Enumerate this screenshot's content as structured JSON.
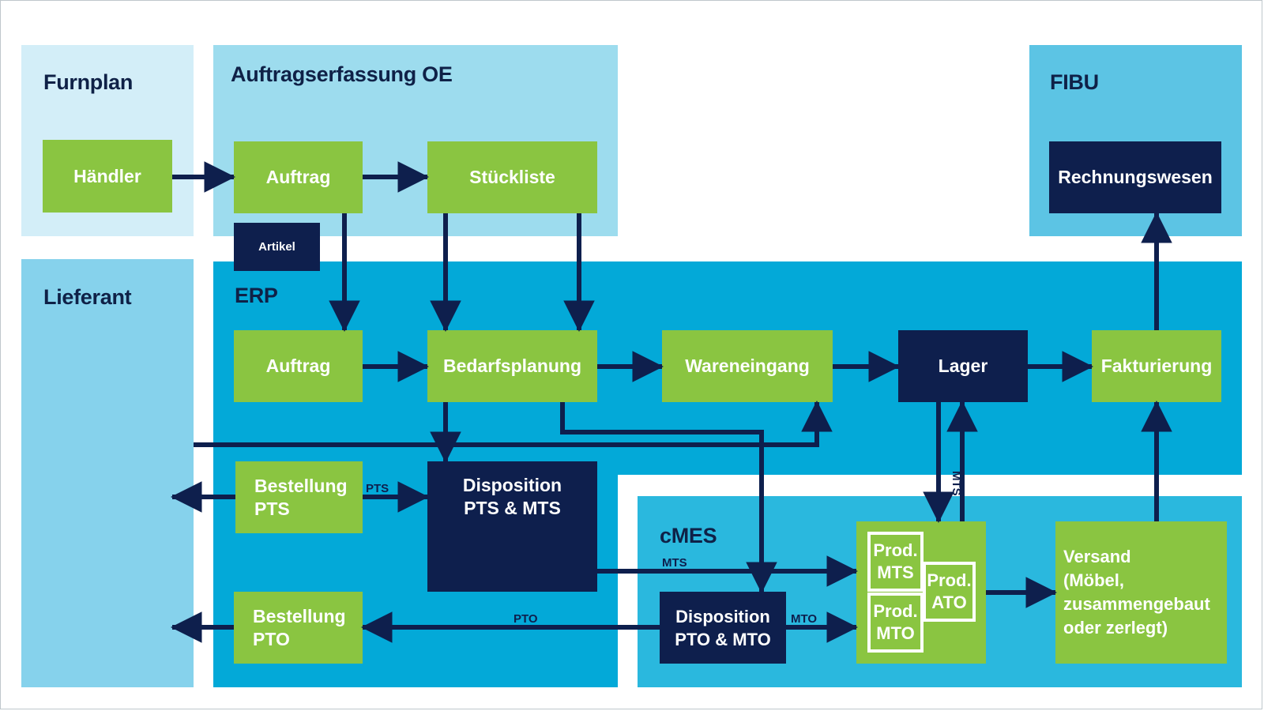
{
  "zones": {
    "furnplan": "Furnplan",
    "oe": "Auftragserfassung OE",
    "fibu": "FIBU",
    "lieferant": "Lieferant",
    "erp": "ERP",
    "cmes": "cMES"
  },
  "boxes": {
    "haendler": "Händler",
    "auftrag_oe": "Auftrag",
    "stueckliste": "Stückliste",
    "artikel": "Artikel",
    "rechnungswesen": "Rechnungswesen",
    "auftrag_erp": "Auftrag",
    "bedarfsplanung": "Bedarfsplanung",
    "wareneingang": "Wareneingang",
    "lager": "Lager",
    "fakturierung": "Fakturierung",
    "bestellung_pts": "Bestellung\nPTS",
    "disposition_pts_mts": "Disposition\nPTS & MTS",
    "bestellung_pto": "Bestellung\nPTO",
    "disposition_pto_mto": "Disposition\nPTO & MTO",
    "prod_mts": "Prod.\nMTS",
    "prod_mto": "Prod.\nMTO",
    "prod_ato": "Prod.\nATO",
    "versand": "Versand\n(Möbel,\nzusammengebaut\noder zerlegt)"
  },
  "flow_labels": {
    "pts": "PTS",
    "mts_disp": "MTS",
    "pto": "PTO",
    "mto": "MTO",
    "mts_lager": "MTS"
  },
  "colors": {
    "green": "#8ac541",
    "navy": "#0e1f4d",
    "erp_blue": "#03a9d8",
    "cmes_blue": "#2ab8de"
  }
}
